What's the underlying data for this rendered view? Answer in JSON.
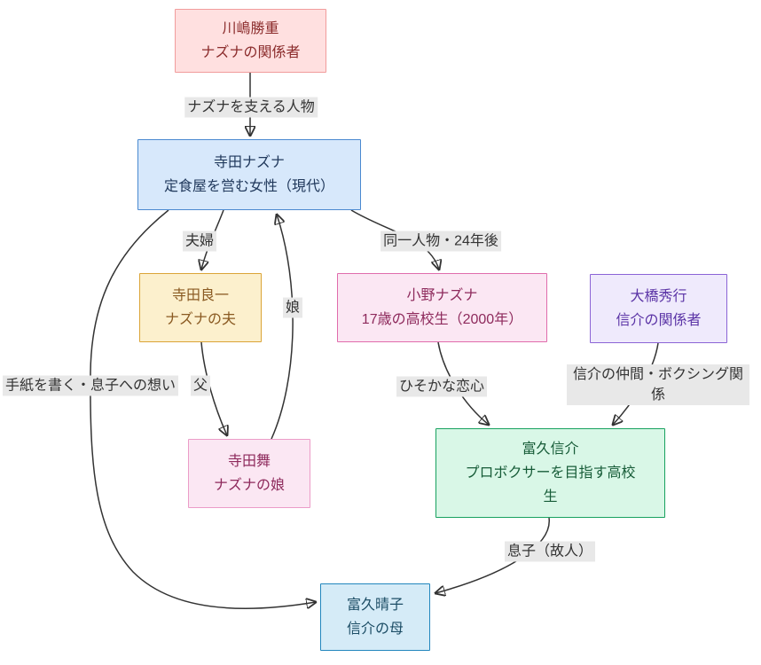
{
  "diagram": {
    "type": "relationship-flowchart",
    "background": "#ffffff",
    "edge_color": "#333333",
    "label_bg": "#e8e8e8",
    "nodes": [
      {
        "id": "kawashima_katsushige",
        "line1": "川嶋勝重",
        "line2": "ナズナの関係者",
        "fill": "#ffe0e0",
        "border": "#f19c9c",
        "text_color": "#8b2c2c"
      },
      {
        "id": "terada_nazuna",
        "line1": "寺田ナズナ",
        "line2": "定食屋を営む女性（現代）",
        "fill": "#d7e8fb",
        "border": "#4a89d0",
        "text_color": "#21395c"
      },
      {
        "id": "terada_ryoichi",
        "line1": "寺田良一",
        "line2": "ナズナの夫",
        "fill": "#fcf0cd",
        "border": "#dba437",
        "text_color": "#8a5a22"
      },
      {
        "id": "ono_nazuna",
        "line1": "小野ナズナ",
        "line2": "17歳の高校生（2000年）",
        "fill": "#fbe7f3",
        "border": "#e06cac",
        "text_color": "#8e2a5c"
      },
      {
        "id": "ohashi_hideyuki",
        "line1": "大橋秀行",
        "line2": "信介の関係者",
        "fill": "#efeafc",
        "border": "#8b64d6",
        "text_color": "#5b34a6"
      },
      {
        "id": "terada_mai",
        "line1": "寺田舞",
        "line2": "ナズナの娘",
        "fill": "#fbe7f3",
        "border": "#eb9cc8",
        "text_color": "#8e2a5c"
      },
      {
        "id": "tomihisa_shinsuke",
        "line1": "富久信介",
        "line2": "プロボクサーを目指す高校生",
        "fill": "#d9f7e7",
        "border": "#18a15f",
        "text_color": "#175c38"
      },
      {
        "id": "tomihisa_haruko",
        "line1": "富久晴子",
        "line2": "信介の母",
        "fill": "#d5ebf7",
        "border": "#2286bd",
        "text_color": "#1d4e66"
      }
    ],
    "edges": [
      {
        "from": "kawashima_katsushige",
        "to": "terada_nazuna",
        "label": "ナズナを支える人物"
      },
      {
        "from": "terada_nazuna",
        "to": "terada_ryoichi",
        "label": "夫婦"
      },
      {
        "from": "terada_nazuna",
        "to": "ono_nazuna",
        "label": "同一人物・24年後"
      },
      {
        "from": "terada_ryoichi",
        "to": "terada_mai",
        "label": "父"
      },
      {
        "from": "terada_mai",
        "to": "terada_nazuna",
        "label": "娘"
      },
      {
        "from": "ono_nazuna",
        "to": "tomihisa_shinsuke",
        "label": "ひそかな恋心"
      },
      {
        "from": "ohashi_hideyuki",
        "to": "tomihisa_shinsuke",
        "label": "信介の仲間・ボクシング関係"
      },
      {
        "from": "tomihisa_shinsuke",
        "to": "tomihisa_haruko",
        "label": "息子（故人）"
      },
      {
        "from": "terada_nazuna",
        "to": "tomihisa_haruko",
        "label": "手紙を書く・息子への想い"
      }
    ]
  }
}
